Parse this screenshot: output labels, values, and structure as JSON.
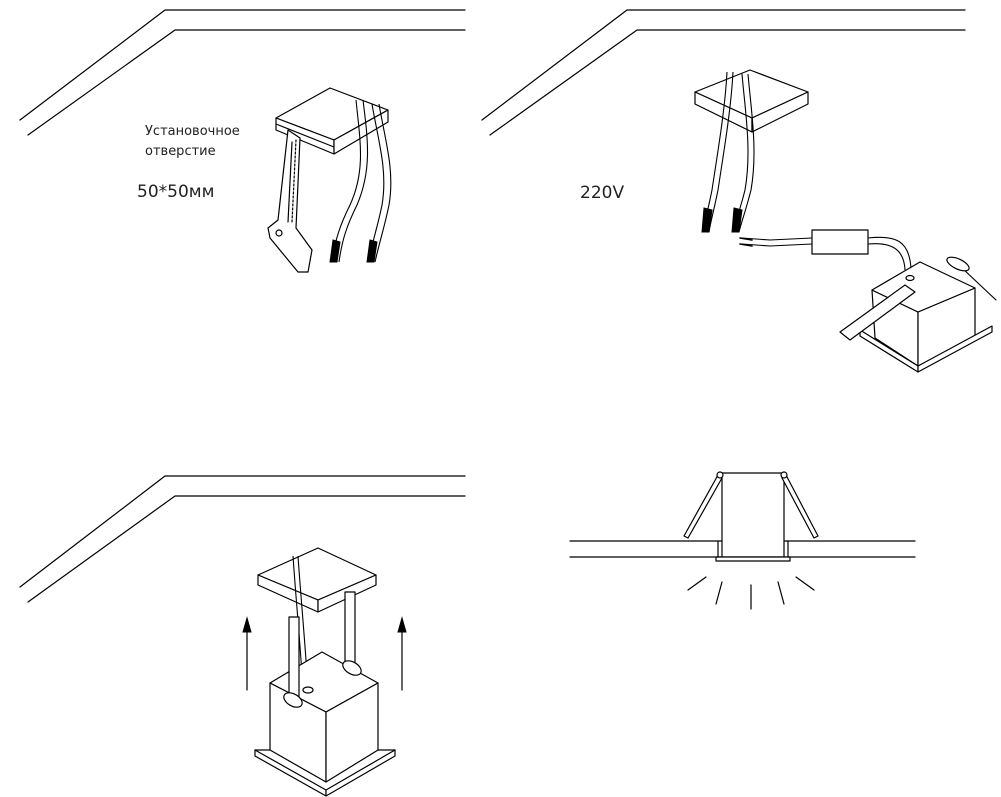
{
  "steps": [
    {
      "id": "cut-hole",
      "label_lines": [
        "Установочное",
        "отверстие"
      ],
      "dimension": "50*50мм"
    },
    {
      "id": "connect",
      "voltage": "220V"
    },
    {
      "id": "insert"
    },
    {
      "id": "installed"
    }
  ],
  "colors": {
    "line": "#000000",
    "background": "#ffffff",
    "text": "#222222"
  }
}
